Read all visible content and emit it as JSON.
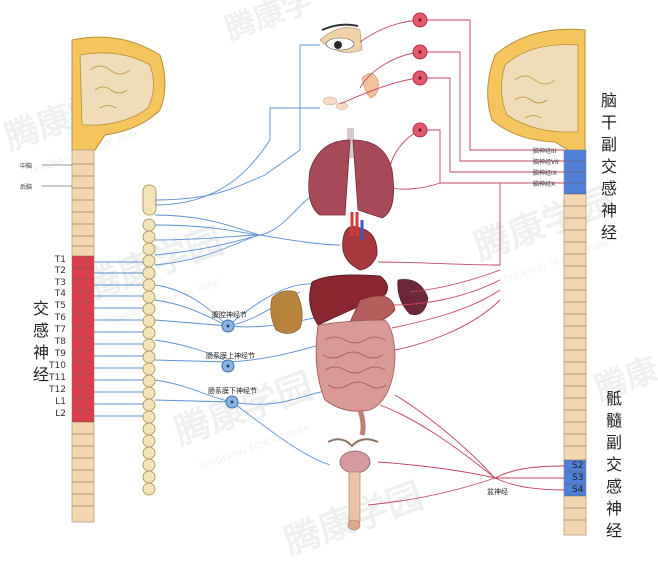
{
  "titles": {
    "brainstem_parasympathetic": [
      "脑",
      "干",
      "副",
      "交",
      "感",
      "神",
      "经"
    ],
    "sacral_parasympathetic": [
      "骶",
      "髓",
      "副",
      "交",
      "感",
      "神",
      "经"
    ],
    "sympathetic": [
      "交",
      "感",
      "神",
      "经"
    ]
  },
  "brain_labels": {
    "midbrain": "中脑",
    "hindbrain": "后脑"
  },
  "spinal_segments": [
    "T1",
    "T2",
    "T3",
    "T4",
    "T5",
    "T6",
    "T7",
    "T8",
    "T9",
    "T10",
    "T11",
    "T12",
    "L1",
    "L2"
  ],
  "sacral_segments": [
    "S2",
    "S3",
    "S4"
  ],
  "cranial_nerves": [
    "脑神经III",
    "脑神经VII",
    "脑神经IX",
    "脑神经X"
  ],
  "ganglia": {
    "celiac": "腹腔神经节",
    "superior_mesenteric": "肠系膜上神经节",
    "inferior_mesenteric": "肠系膜下神经节",
    "pelvic": "盆神经"
  },
  "watermark": {
    "cn": "腾康学园",
    "en": "TENGKANG SCHOOL PARK"
  },
  "colors": {
    "sympathetic_line": "#5b8fd0",
    "parasympathetic_line": "#c0475e",
    "red_segment": "#d9404f",
    "blue_segment": "#4f7fd6",
    "ganglion_node": "#e5596d",
    "brain_tissue": "#f6c45c",
    "spinal_cord": "#f2d7b0"
  }
}
